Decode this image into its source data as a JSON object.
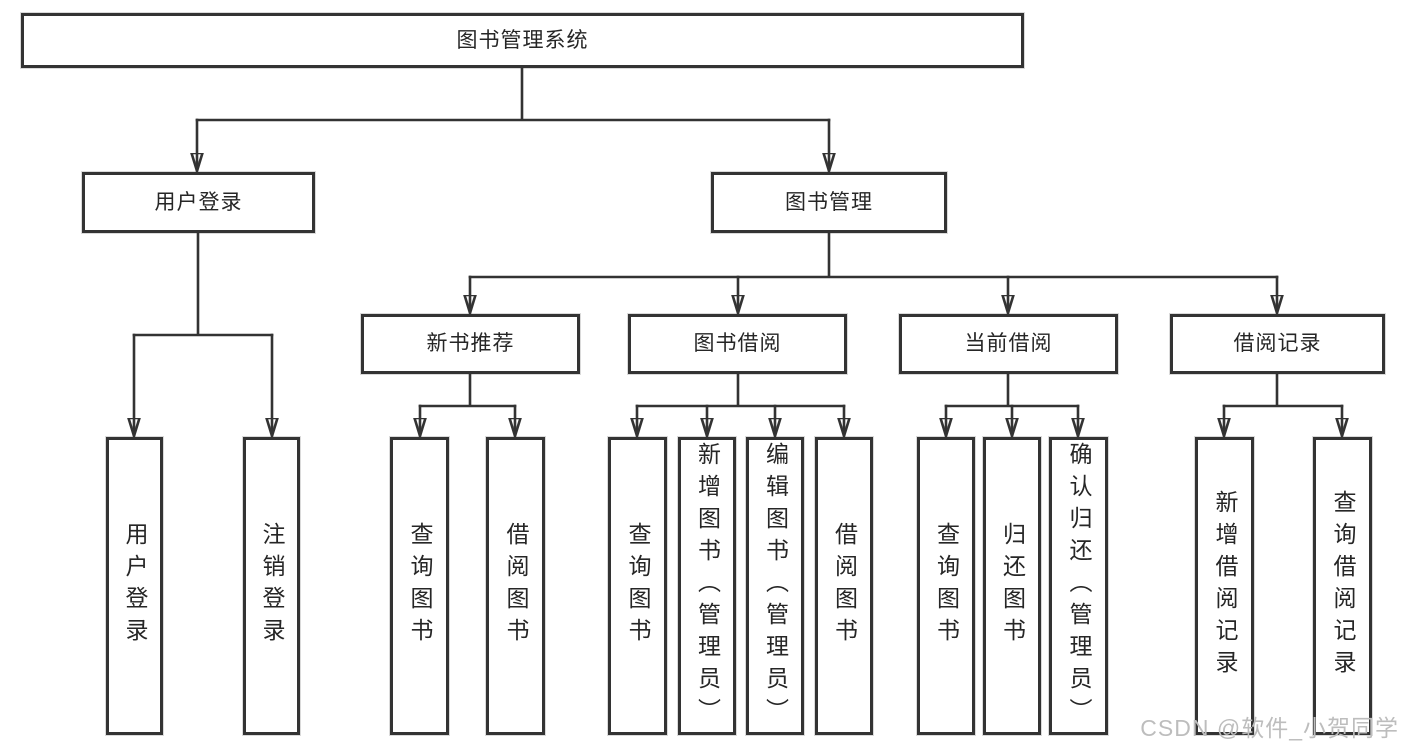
{
  "tree": {
    "label": "图书管理系统",
    "children": [
      {
        "label": "用户登录",
        "children": [
          {
            "label": "用户登录"
          },
          {
            "label": "注销登录"
          }
        ]
      },
      {
        "label": "图书管理",
        "children": [
          {
            "label": "新书推荐",
            "children": [
              {
                "label": "查询图书"
              },
              {
                "label": "借阅图书"
              }
            ]
          },
          {
            "label": "图书借阅",
            "children": [
              {
                "label": "查询图书"
              },
              {
                "label": "新增图书（管理员）"
              },
              {
                "label": "编辑图书（管理员）"
              },
              {
                "label": "借阅图书"
              }
            ]
          },
          {
            "label": "当前借阅",
            "children": [
              {
                "label": "查询图书"
              },
              {
                "label": "归还图书"
              },
              {
                "label": "确认归还（管理员）"
              }
            ]
          },
          {
            "label": "借阅记录",
            "children": [
              {
                "label": "新增借阅记录"
              },
              {
                "label": "查询借阅记录"
              }
            ]
          }
        ]
      }
    ]
  },
  "watermark": {
    "text": "CSDN @软件_小贺同学"
  },
  "colors": {
    "background": "#ffffff",
    "box_fill": "#ffffff",
    "box_border": "#333333",
    "line": "#333333",
    "text": "#262626",
    "watermark": "#bdbdbd"
  }
}
